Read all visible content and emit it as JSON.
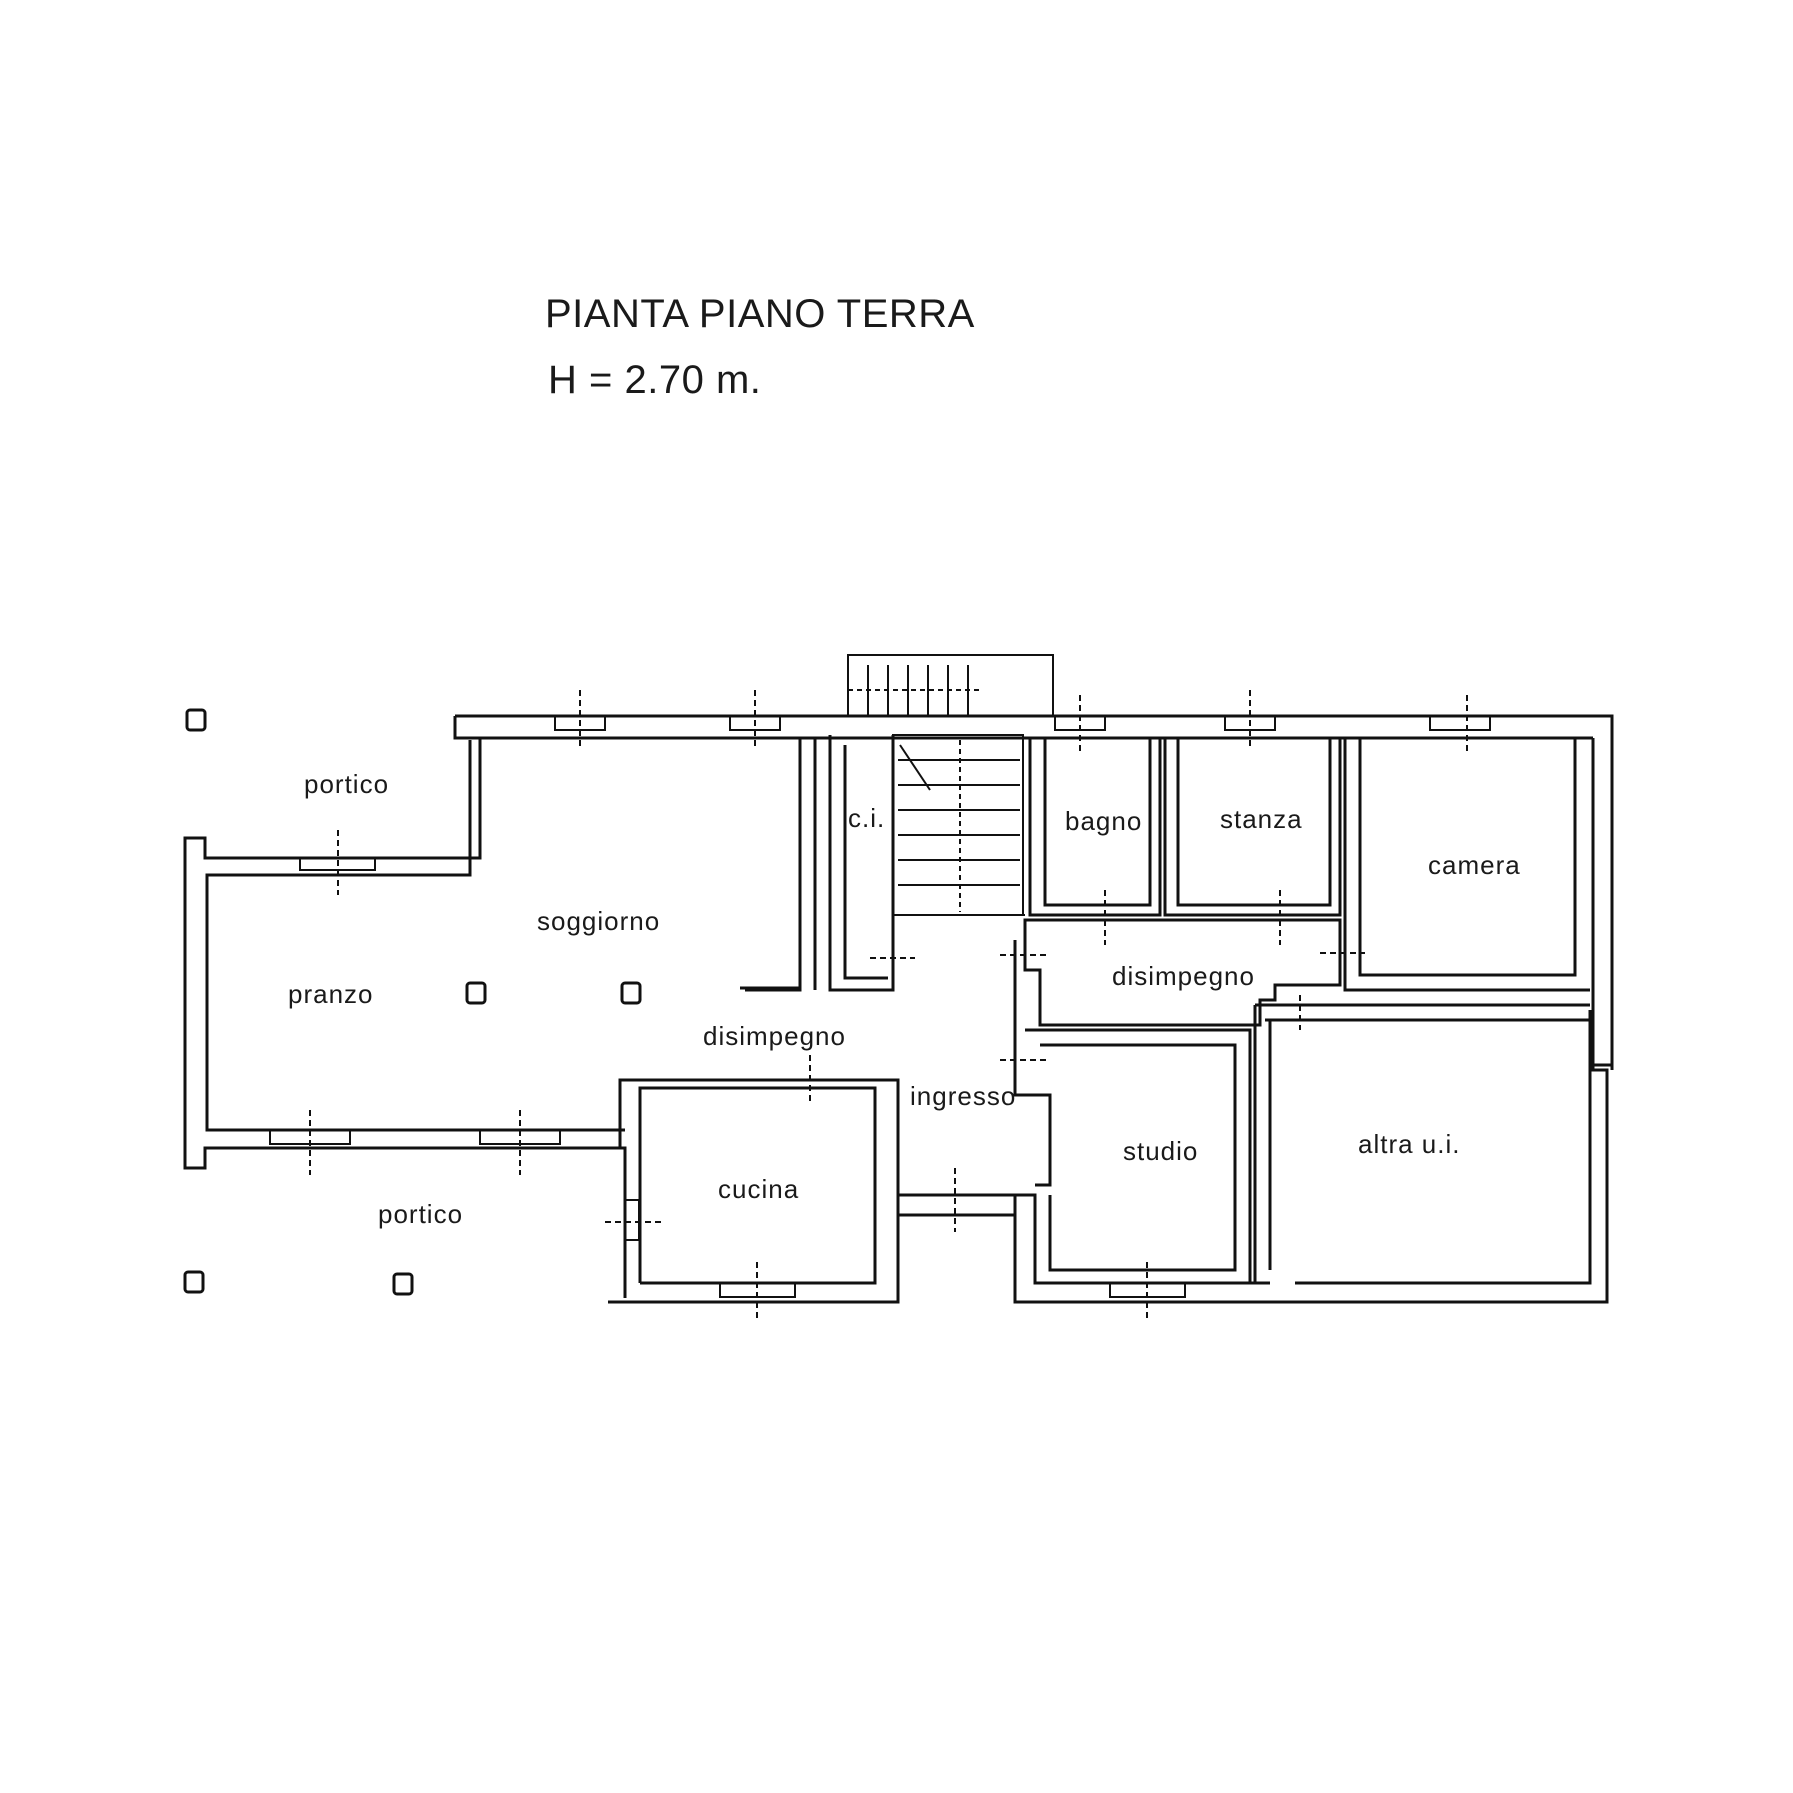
{
  "title": {
    "line1": "PIANTA PIANO TERRA",
    "line2": "H = 2.70 m."
  },
  "rooms": {
    "portico_top": "portico",
    "soggiorno": "soggiorno",
    "pranzo": "pranzo",
    "ci": "c.i.",
    "bagno": "bagno",
    "stanza": "stanza",
    "camera": "camera",
    "disimpegno_right": "disimpegno",
    "disimpegno_left": "disimpegno",
    "ingresso": "ingresso",
    "studio": "studio",
    "altra_ui": "altra u.i.",
    "cucina": "cucina",
    "portico_bottom": "portico"
  }
}
